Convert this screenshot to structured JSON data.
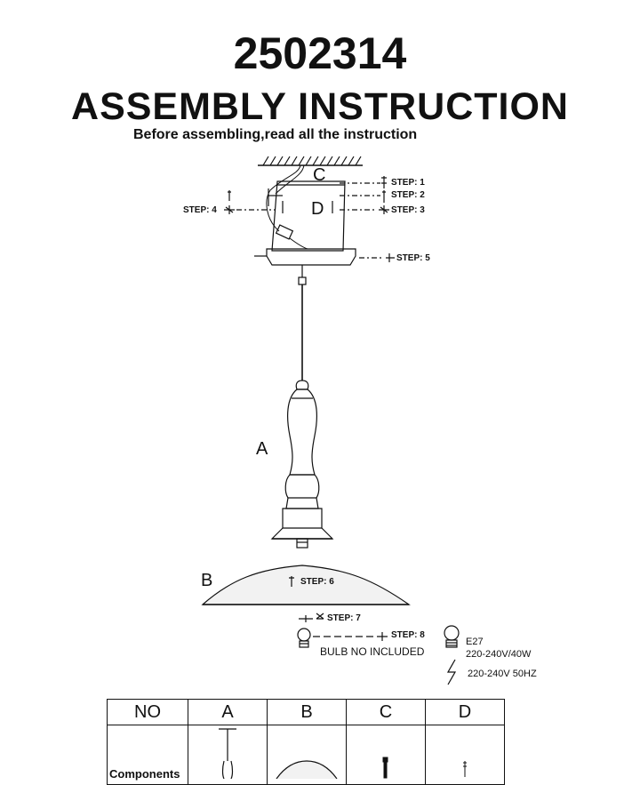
{
  "header": {
    "model_number": "2502314",
    "title": "ASSEMBLY  INSTRUCTION",
    "subtitle": "Before assembling,read all the instruction"
  },
  "diagram": {
    "part_labels": {
      "a": "A",
      "b": "B",
      "c": "C",
      "d": "D"
    },
    "steps": [
      "STEP: 1",
      "STEP: 2",
      "STEP: 3",
      "STEP: 4",
      "STEP: 5",
      "STEP: 6",
      "STEP: 7",
      "STEP: 8"
    ],
    "bulb_note": "BULB NO INCLUDED",
    "bulb_spec": {
      "socket": "E27",
      "power": "220-240V/40W",
      "supply": "220-240V 50HZ"
    }
  },
  "parts_table": {
    "headers": [
      "NO",
      "A",
      "B",
      "C",
      "D"
    ],
    "row_label": "Components"
  },
  "colors": {
    "ink": "#111111",
    "shade_fill": "#f2f2f2"
  }
}
